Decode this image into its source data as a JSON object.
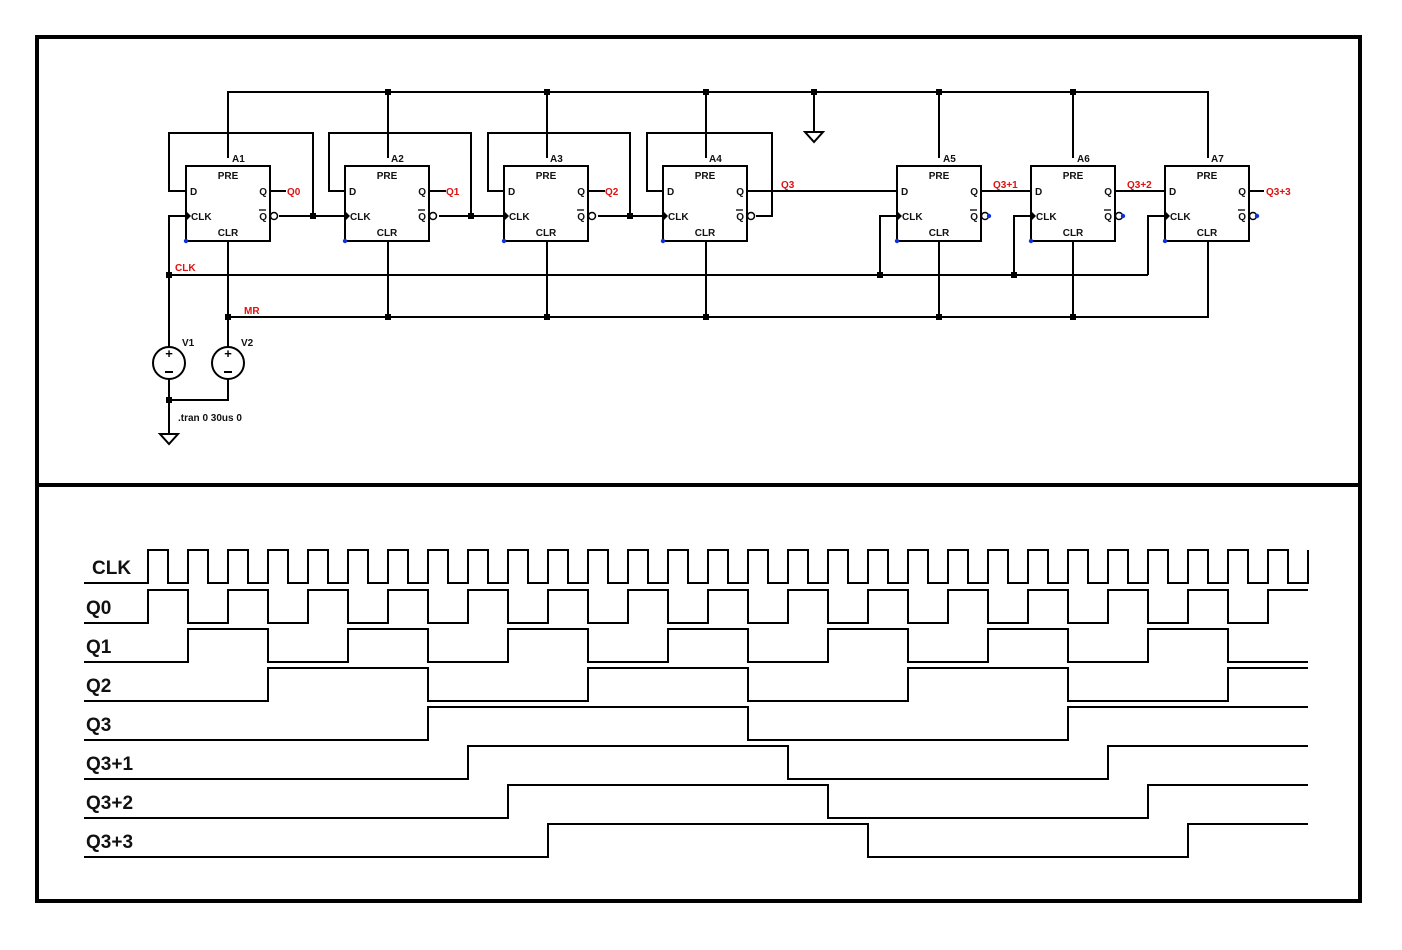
{
  "schematic": {
    "flipflops": [
      {
        "name": "A1",
        "pins": {
          "pre": "PRE",
          "clr": "CLR",
          "d": "D",
          "clk": "CLK",
          "q": "Q",
          "qbar": "Q"
        }
      },
      {
        "name": "A2",
        "pins": {
          "pre": "PRE",
          "clr": "CLR",
          "d": "D",
          "clk": "CLK",
          "q": "Q",
          "qbar": "Q"
        }
      },
      {
        "name": "A3",
        "pins": {
          "pre": "PRE",
          "clr": "CLR",
          "d": "D",
          "clk": "CLK",
          "q": "Q",
          "qbar": "Q"
        }
      },
      {
        "name": "A4",
        "pins": {
          "pre": "PRE",
          "clr": "CLR",
          "d": "D",
          "clk": "CLK",
          "q": "Q",
          "qbar": "Q"
        }
      },
      {
        "name": "A5",
        "pins": {
          "pre": "PRE",
          "clr": "CLR",
          "d": "D",
          "clk": "CLK",
          "q": "Q",
          "qbar": "Q"
        }
      },
      {
        "name": "A6",
        "pins": {
          "pre": "PRE",
          "clr": "CLR",
          "d": "D",
          "clk": "CLK",
          "q": "Q",
          "qbar": "Q"
        }
      },
      {
        "name": "A7",
        "pins": {
          "pre": "PRE",
          "clr": "CLR",
          "d": "D",
          "clk": "CLK",
          "q": "Q",
          "qbar": "Q"
        }
      }
    ],
    "net_labels": [
      "Q0",
      "Q1",
      "Q2",
      "Q3",
      "Q3+1",
      "Q3+2",
      "Q3+3",
      "CLK",
      "MR"
    ],
    "sources": [
      "V1",
      "V2"
    ],
    "directive": ".tran 0 30us 0"
  },
  "waveform": {
    "signals": [
      {
        "name": "CLK",
        "edges": [
          148,
          168,
          188,
          208,
          228,
          248,
          268,
          288,
          308,
          328,
          348,
          368,
          388,
          408,
          428,
          448,
          468,
          488,
          508,
          528,
          548,
          568,
          588,
          608,
          628,
          648,
          668,
          688,
          708,
          728,
          748,
          768,
          788,
          808,
          828,
          848,
          868,
          888,
          908,
          928,
          948,
          968,
          988,
          1008,
          1028,
          1048,
          1068,
          1088,
          1108,
          1128,
          1148,
          1168,
          1188,
          1208,
          1228,
          1248,
          1268,
          1288,
          1308
        ],
        "start_level": 0
      },
      {
        "name": "Q0",
        "edges": [
          148,
          188,
          228,
          268,
          308,
          348,
          388,
          428,
          468,
          508,
          548,
          588,
          628,
          668,
          708,
          748,
          788,
          828,
          868,
          908,
          948,
          988,
          1028,
          1068,
          1108,
          1148,
          1188,
          1228,
          1268
        ],
        "start_level": 0
      },
      {
        "name": "Q1",
        "edges": [
          188,
          268,
          348,
          428,
          508,
          588,
          668,
          748,
          828,
          908,
          988,
          1068,
          1148,
          1228
        ],
        "start_level": 0
      },
      {
        "name": "Q2",
        "edges": [
          268,
          428,
          588,
          748,
          908,
          1068,
          1228
        ],
        "start_level": 0
      },
      {
        "name": "Q3",
        "edges": [
          428,
          748,
          1068
        ],
        "start_level": 0
      },
      {
        "name": "Q3+1",
        "edges": [
          468,
          788,
          1108
        ],
        "start_level": 0
      },
      {
        "name": "Q3+2",
        "edges": [
          508,
          828,
          1148
        ],
        "start_level": 0
      },
      {
        "name": "Q3+3",
        "edges": [
          548,
          868,
          1188
        ],
        "start_level": 0
      }
    ]
  },
  "colors": {
    "wire": "#000000",
    "net_label": "#e01010",
    "pin_dot": "#1030e0",
    "background": "#ffffff"
  }
}
